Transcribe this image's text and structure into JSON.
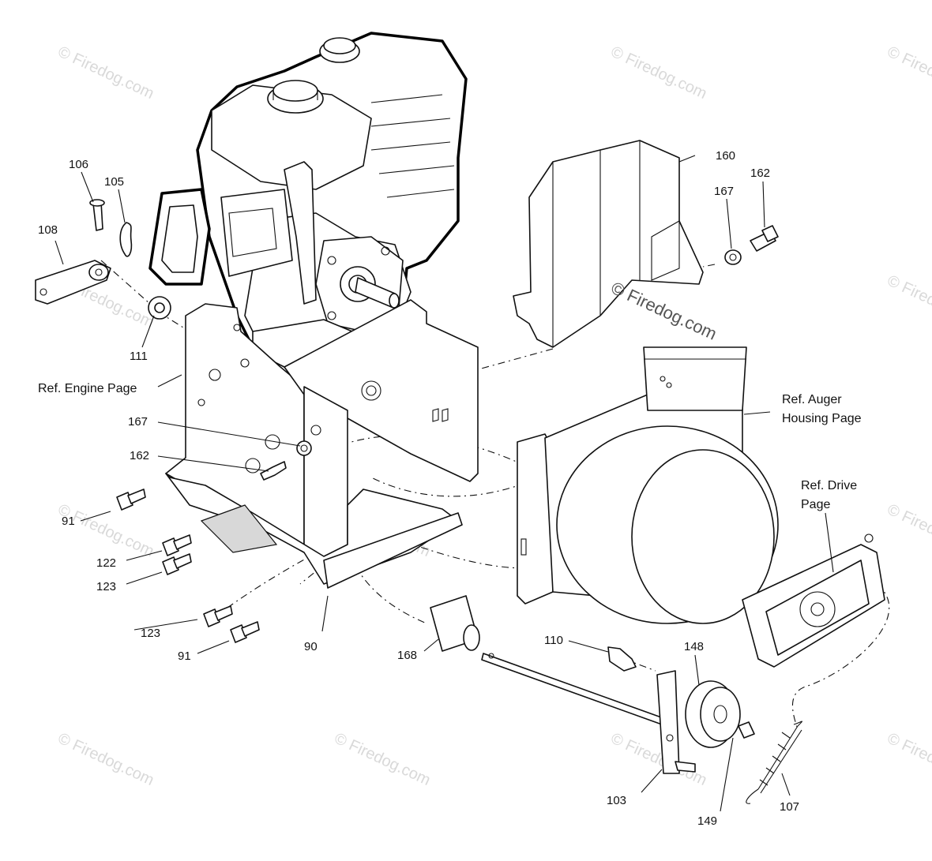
{
  "watermark": {
    "text": "© Firedog.com",
    "center_text": "© Firedog.com"
  },
  "callouts": {
    "p106": "106",
    "p105": "105",
    "p108": "108",
    "p111": "111",
    "p160": "160",
    "p162_top": "162",
    "p167_top": "167",
    "p167": "167",
    "p162": "162",
    "p91_upper": "91",
    "p122": "122",
    "p123_upper": "123",
    "p123_lower": "123",
    "p91_lower": "91",
    "p90": "90",
    "p168": "168",
    "p110": "110",
    "p148": "148",
    "p103": "103",
    "p149": "149",
    "p107": "107"
  },
  "references": {
    "engine": "Ref. Engine Page",
    "auger_line1": "Ref. Auger",
    "auger_line2": "Housing Page",
    "drive_line1": "Ref. Drive",
    "drive_line2": "Page"
  }
}
